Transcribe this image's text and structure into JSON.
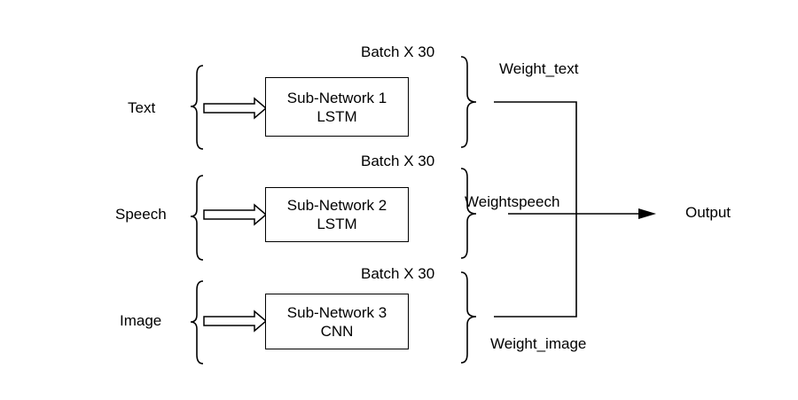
{
  "inputs": [
    {
      "label": "Text",
      "batch": "Batch X 30",
      "network_name": "Sub-Network 1",
      "network_type": "LSTM"
    },
    {
      "label": "Speech",
      "batch": "Batch X 30",
      "network_name": "Sub-Network 2",
      "network_type": "LSTM"
    },
    {
      "label": "Image",
      "batch": "Batch X 30",
      "network_name": "Sub-Network 3",
      "network_type": "CNN"
    }
  ],
  "weights": {
    "text": "Weight_text",
    "speech": "Weightspeech",
    "image": "Weight_image"
  },
  "output_label": "Output"
}
